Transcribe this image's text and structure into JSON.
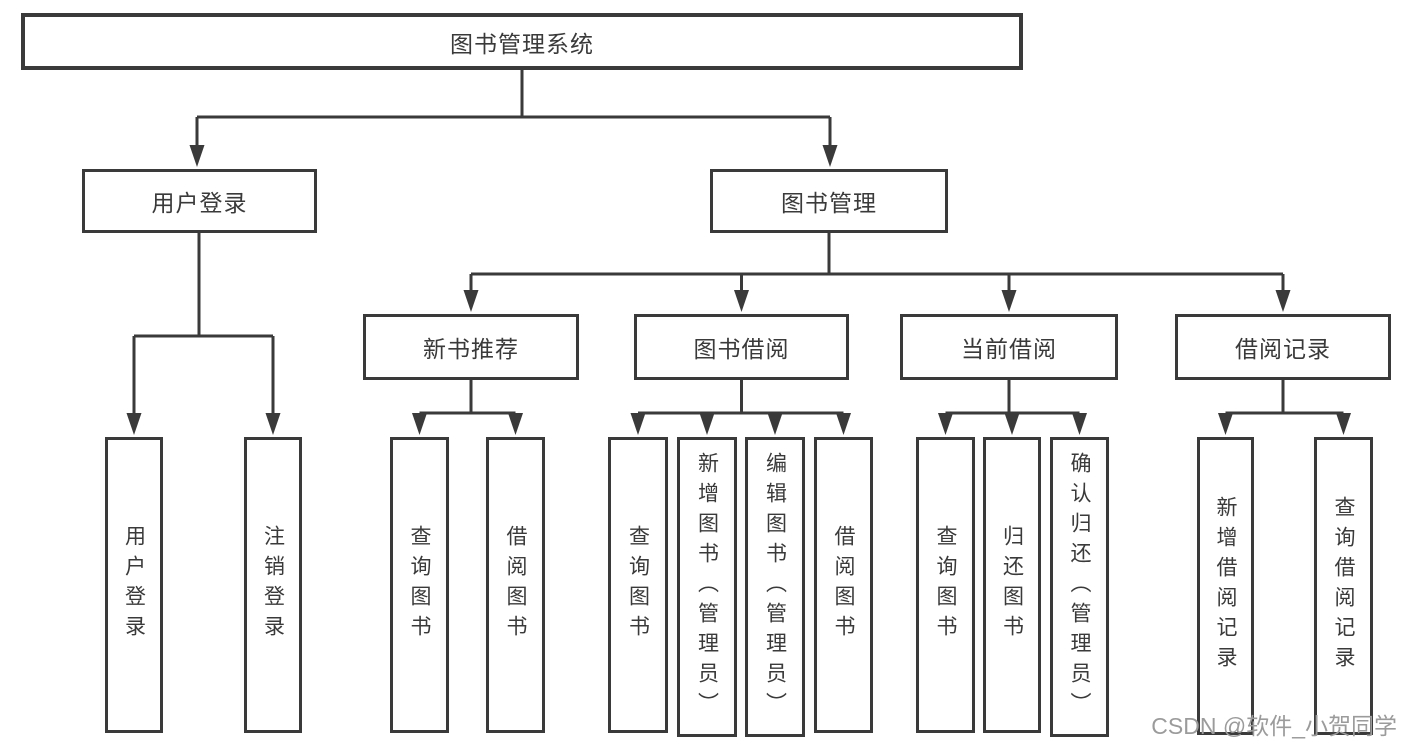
{
  "tree": {
    "label": "图书管理系统",
    "children": [
      {
        "label": "用户登录",
        "children": [
          {
            "label": "用户登录"
          },
          {
            "label": "注销登录"
          }
        ]
      },
      {
        "label": "图书管理",
        "children": [
          {
            "label": "新书推荐",
            "children": [
              {
                "label": "查询图书"
              },
              {
                "label": "借阅图书"
              }
            ]
          },
          {
            "label": "图书借阅",
            "children": [
              {
                "label": "查询图书"
              },
              {
                "label": "新增图书（管理员）"
              },
              {
                "label": "编辑图书（管理员）"
              },
              {
                "label": "借阅图书"
              }
            ]
          },
          {
            "label": "当前借阅",
            "children": [
              {
                "label": "查询图书"
              },
              {
                "label": "归还图书"
              },
              {
                "label": "确认归还（管理员）"
              }
            ]
          },
          {
            "label": "借阅记录",
            "children": [
              {
                "label": "新增借阅记录"
              },
              {
                "label": "查询借阅记录"
              }
            ]
          }
        ]
      }
    ]
  },
  "watermark": {
    "text": "CSDN @软件_小贺同学"
  },
  "colors": {
    "line": "#3a3a3a",
    "text": "#3a3a3a",
    "background": "#ffffff",
    "watermark": "#9b9b9b"
  }
}
